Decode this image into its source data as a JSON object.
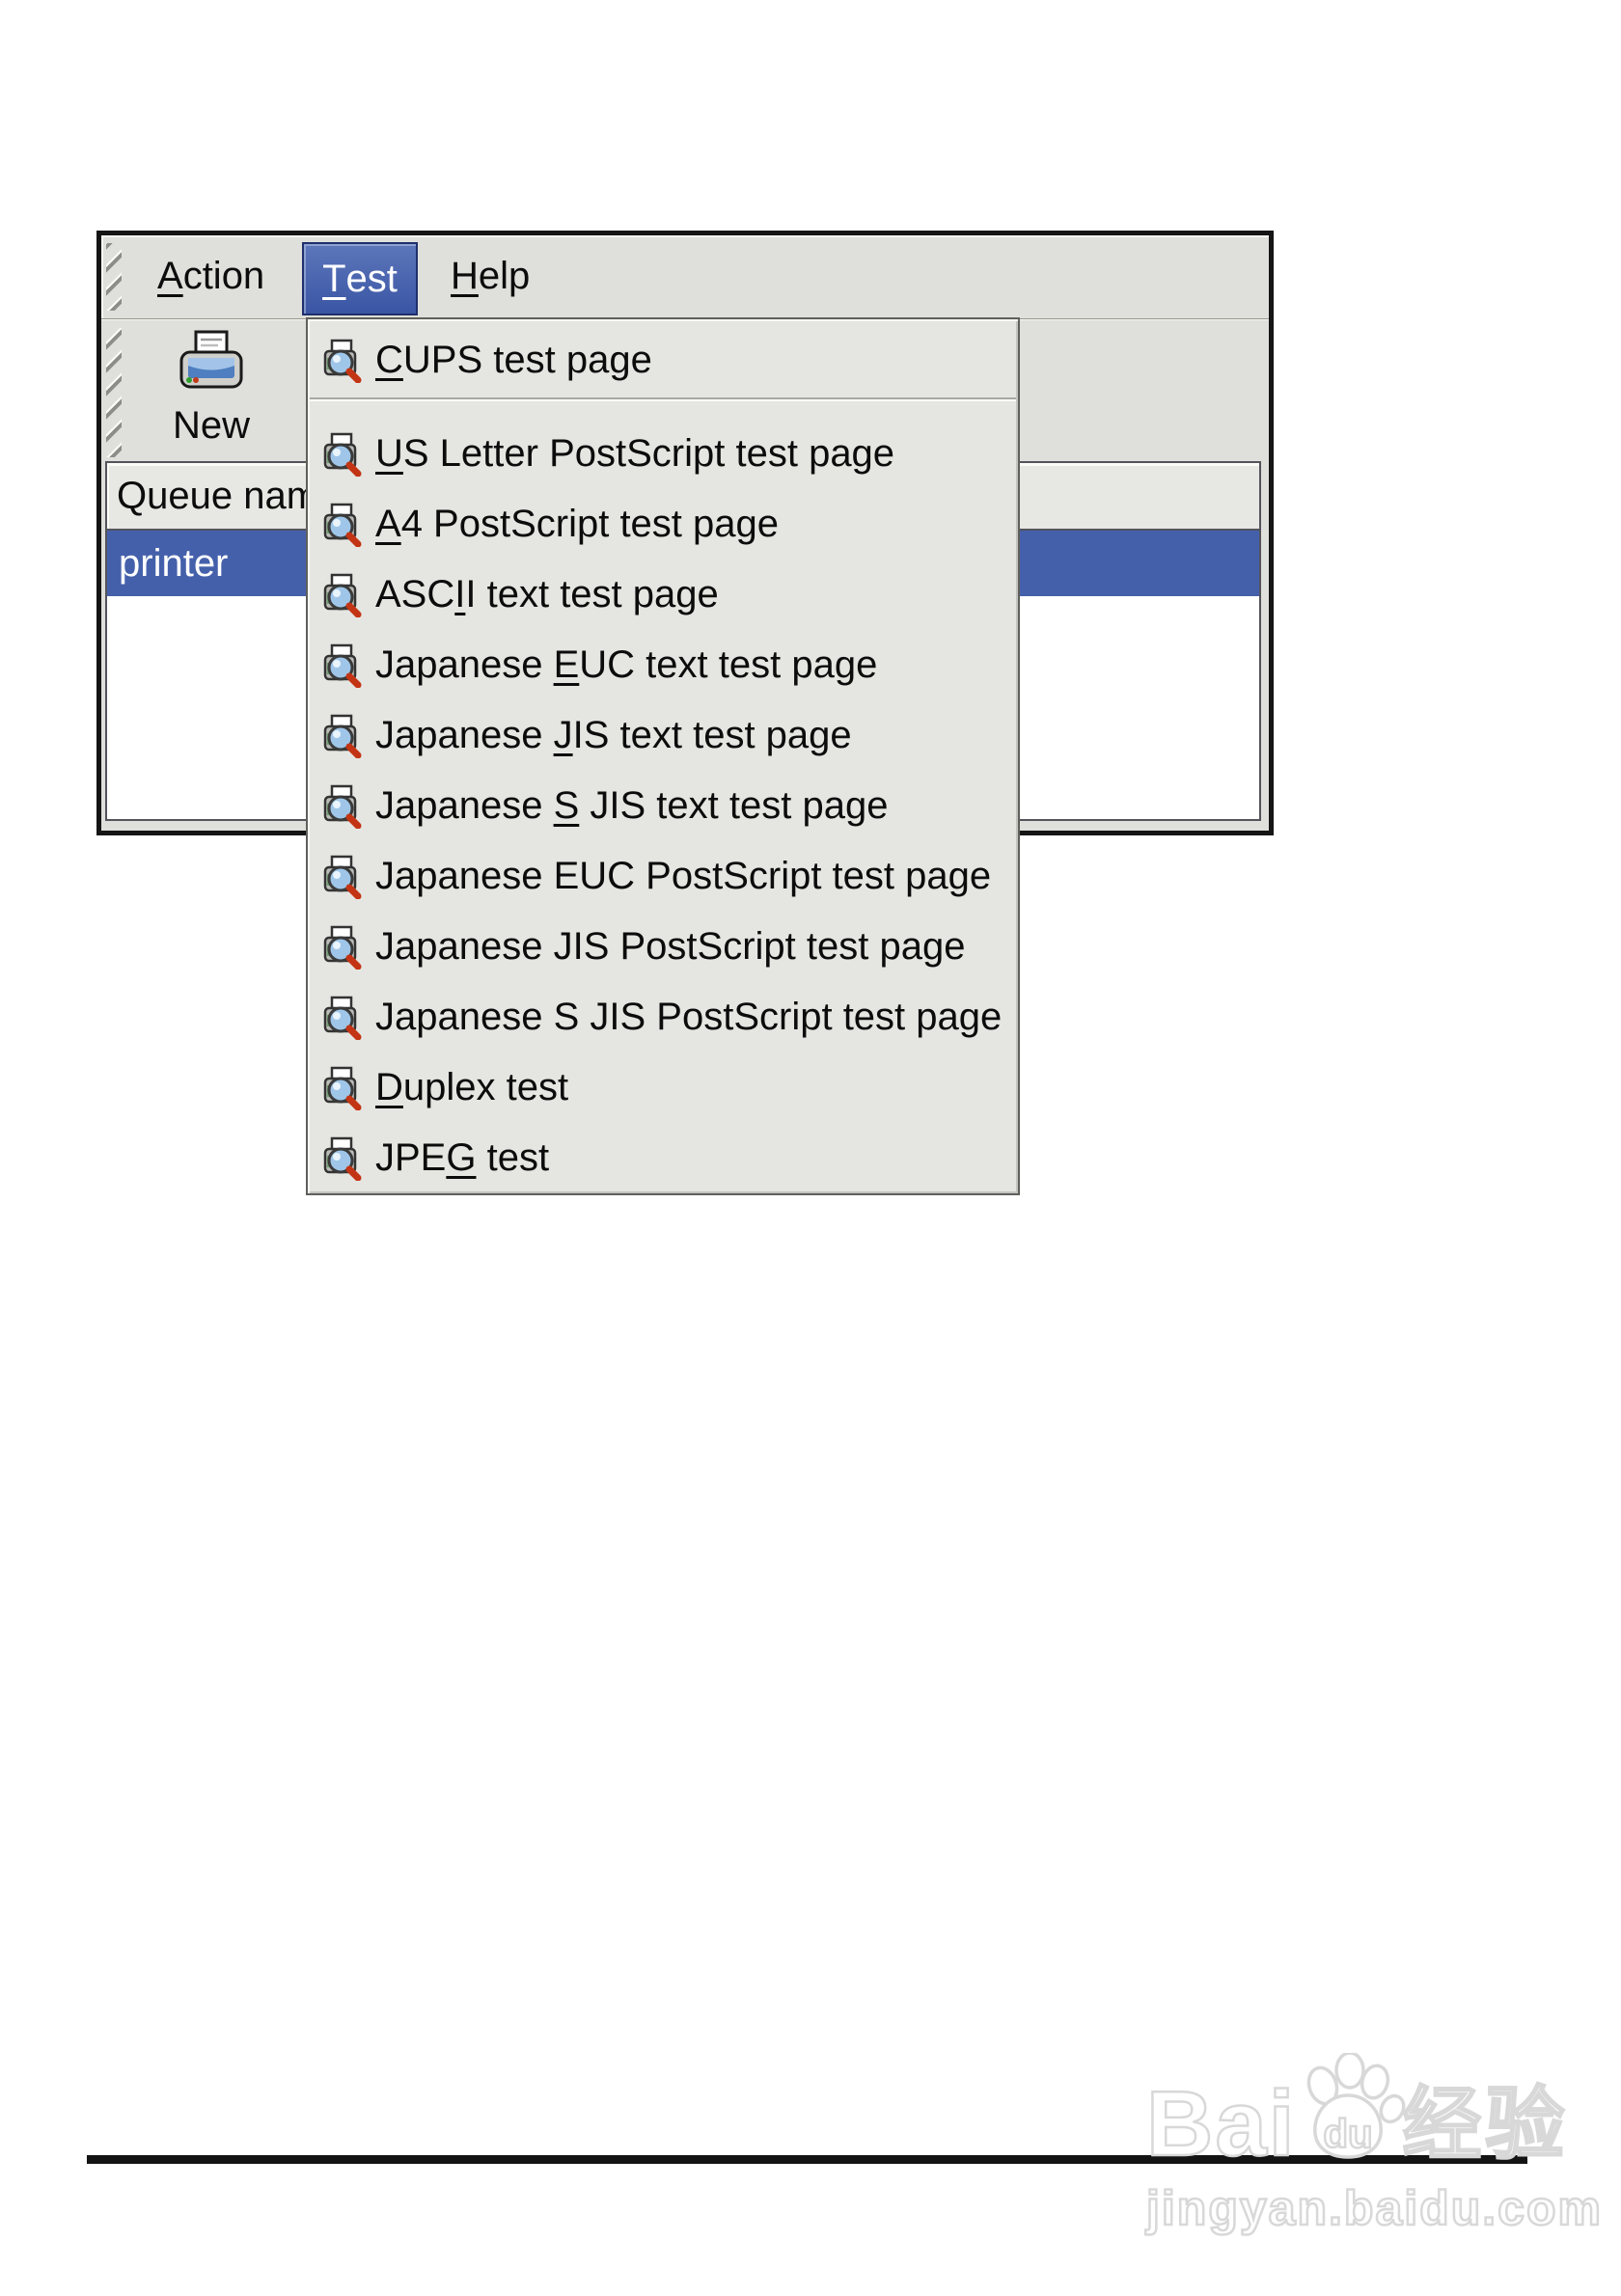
{
  "window": {
    "menubar": {
      "items": [
        {
          "u": "A",
          "post": "ction",
          "active": false
        },
        {
          "u": "T",
          "post": "est",
          "active": true
        },
        {
          "u": "H",
          "post": "elp",
          "active": false
        }
      ]
    },
    "toolbar": {
      "new_label": "New"
    },
    "queue_table": {
      "header": "Queue name",
      "selected_row": "printer"
    }
  },
  "test_menu": {
    "items": [
      {
        "pre": "",
        "u": "C",
        "post": "UPS test page",
        "separator_after": true
      },
      {
        "pre": "",
        "u": "U",
        "post": "S Letter PostScript test page"
      },
      {
        "pre": "",
        "u": "A",
        "post": "4 PostScript test page"
      },
      {
        "pre": "ASC",
        "u": "I",
        "post": "I text test page"
      },
      {
        "pre": "Japanese ",
        "u": "E",
        "post": "UC text test page"
      },
      {
        "pre": "Japanese ",
        "u": "J",
        "post": "IS text test page"
      },
      {
        "pre": "Japanese ",
        "u": "S",
        "post": " JIS text test page"
      },
      {
        "pre": "Japanese EUC PostScript test page",
        "u": "",
        "post": ""
      },
      {
        "pre": "Japanese JIS PostScript test page",
        "u": "",
        "post": ""
      },
      {
        "pre": "Japanese S JIS PostScript test page",
        "u": "",
        "post": ""
      },
      {
        "pre": "",
        "u": "D",
        "post": "uplex test"
      },
      {
        "pre": "JPE",
        "u": "G",
        "post": " test"
      }
    ]
  },
  "watermark": {
    "bai": "Bai",
    "du": "du",
    "cn": "经验",
    "url": "jingyan.baidu.com"
  },
  "colors": {
    "selection_blue": "#4560ab",
    "menu_active_top": "#5d77bb",
    "menu_active_bottom": "#3a55a4",
    "window_bg": "#dfdfdb",
    "popup_bg": "#e5e5e1",
    "rule_black": "#131313",
    "watermark_outline": "#d8d8d8"
  }
}
